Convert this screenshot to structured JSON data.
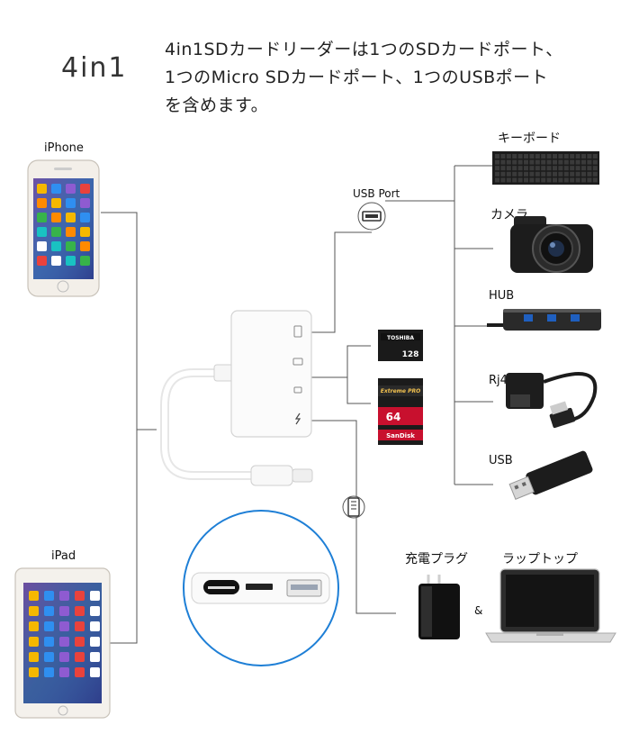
{
  "heading": "4in1",
  "description": [
    "4in1SDカードリーダーは1つのSDカードポート、",
    "1つのMicro SDカードポート、1つのUSBポート",
    "を含めます。"
  ],
  "labels": {
    "iphone": "iPhone",
    "ipad": "iPad",
    "usb_port": "USB Port",
    "keyboard": "キーボード",
    "camera": "カメラ",
    "hub": "HUB",
    "rj45": "Rj45",
    "usb": "USB",
    "charger": "充電プラグ",
    "laptop": "ラップトップ",
    "ampersand": "&"
  },
  "card_text": {
    "microsd_brand": "TOSHIBA",
    "microsd_size": "128",
    "sd_line1": "Extreme PRO",
    "sd_size": "64",
    "sd_brand": "SanDisk"
  },
  "colors": {
    "connector_line": "#555555",
    "zoom_circle": "#1e7fd6",
    "sd_red": "#c8102e",
    "dark_device": "#1c1c1c"
  }
}
